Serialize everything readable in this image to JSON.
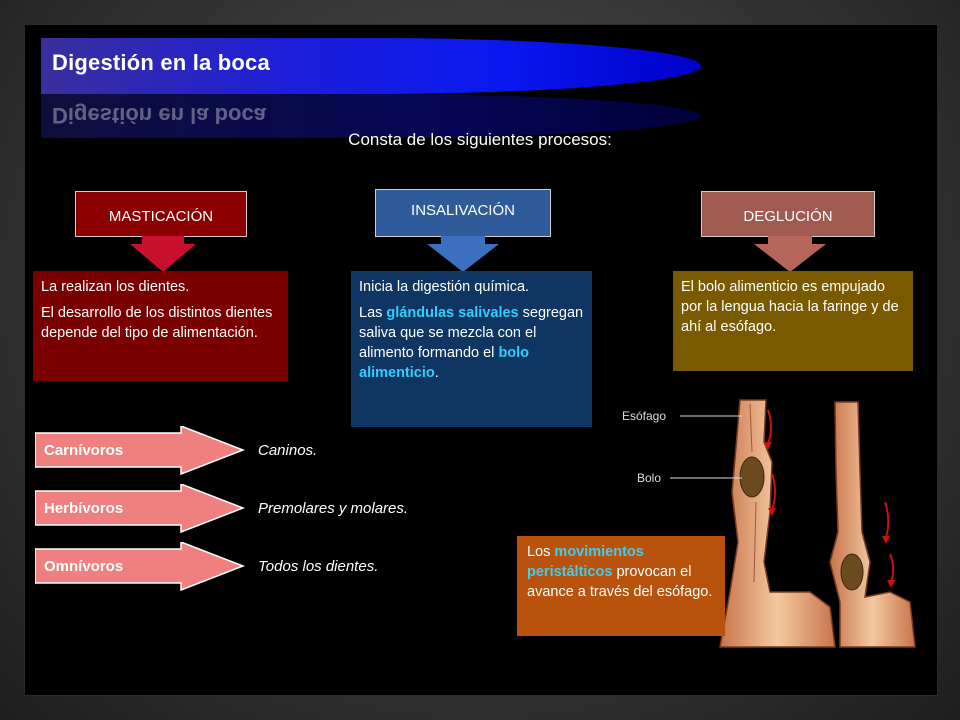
{
  "title": "Digestión en la boca",
  "subtitle": "Consta de los siguientes procesos:",
  "processes": [
    {
      "name": "MASTICACIÓN",
      "color": "#8b0000"
    },
    {
      "name": "INSALIVACIÓN",
      "color": "#2f5b9a"
    },
    {
      "name": "DEGLUCIÓN",
      "color": "#a05a4f"
    }
  ],
  "mastication": {
    "line1": "La realizan los dientes.",
    "line2": "El desarrollo de los distintos dientes depende del tipo de alimentación."
  },
  "insalivation": {
    "line1": "Inicia la digestión química.",
    "pre": "Las ",
    "hl1": "glándulas salivales",
    "mid": " segregan saliva que se mezcla con el alimento formando el ",
    "hl2": "bolo alimenticio",
    "post": "."
  },
  "deglution": {
    "text": "El bolo alimenticio es empujado por la lengua hacia la faringe y de ahí al esófago."
  },
  "diets": [
    {
      "label": "Carnívoros",
      "teeth": "Caninos."
    },
    {
      "label": "Herbívoros",
      "teeth": "Premolares y molares."
    },
    {
      "label": "Omnívoros",
      "teeth": "Todos los dientes."
    }
  ],
  "note": {
    "pre": "Los ",
    "hl": "movimientos peristálticos",
    "post": " provocan el avance a través del esófago."
  },
  "anatomy": {
    "label_esophagus": "Esófago",
    "label_bolus": "Bolo"
  }
}
